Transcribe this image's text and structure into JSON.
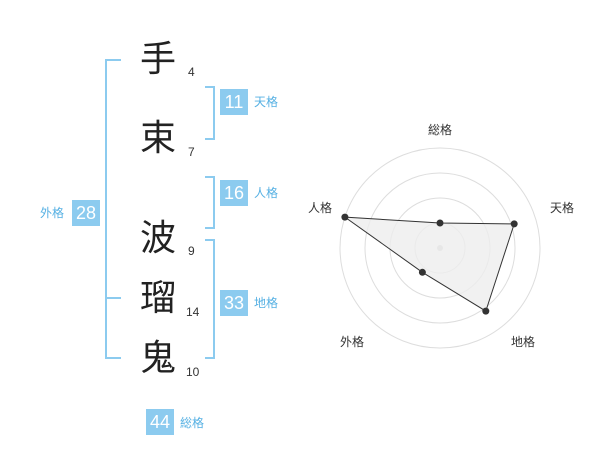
{
  "name": {
    "characters": [
      {
        "char": "手",
        "strokes": "4"
      },
      {
        "char": "束",
        "strokes": "7"
      },
      {
        "char": "波",
        "strokes": "9"
      },
      {
        "char": "瑠",
        "strokes": "14"
      },
      {
        "char": "鬼",
        "strokes": "10"
      }
    ]
  },
  "kakusu": {
    "tenkaku": {
      "value": "11",
      "label": "天格"
    },
    "jinkaku": {
      "value": "16",
      "label": "人格"
    },
    "chikaku": {
      "value": "33",
      "label": "地格"
    },
    "gaikaku": {
      "value": "28",
      "label": "外格"
    },
    "soukaku": {
      "value": "44",
      "label": "総格"
    }
  },
  "colors": {
    "accent_box": "#8ccbef",
    "accent_text": "#55b0e3",
    "bracket": "#8ccbef",
    "radar_line": "#333333",
    "radar_fill": "#eeeeee",
    "radar_grid": "#dddddd"
  },
  "chart_data": {
    "type": "radar",
    "axes": [
      "総格",
      "天格",
      "地格",
      "外格",
      "人格"
    ],
    "values": [
      0.25,
      0.78,
      0.78,
      0.3,
      1.0
    ],
    "range": [
      0,
      1
    ]
  }
}
